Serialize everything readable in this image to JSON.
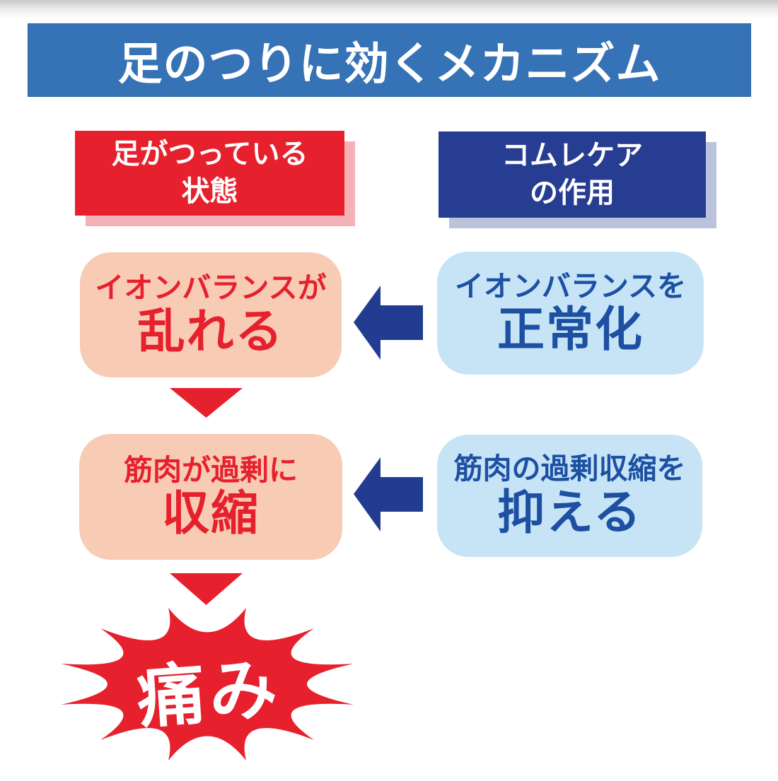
{
  "page": {
    "title": "足のつりに効くメカニズム"
  },
  "headers": {
    "condition": {
      "line1": "足がつっている",
      "line2": "状態"
    },
    "product": {
      "line1": "コムレケア",
      "line2": "の作用"
    }
  },
  "flow": {
    "rows": [
      {
        "condition": {
          "line1": "イオンバランスが",
          "line2": "乱れる"
        },
        "action": {
          "line1": "イオンバランスを",
          "line2": "正常化"
        }
      },
      {
        "condition": {
          "line1": "筋肉が過剰に",
          "line2": "収縮"
        },
        "action": {
          "line1": "筋肉の過剰収縮を",
          "line2": "抑える"
        }
      }
    ],
    "result": "痛み"
  },
  "icons": {
    "left_arrow": "arrow-left-icon",
    "down_arrow": "arrow-down-icon",
    "burst": "pain-burst-shape"
  },
  "colors": {
    "banner_blue": "#3672B6",
    "red": "#E6202C",
    "navy_header": "#273D92",
    "pink_fill": "#F8CBB5",
    "light_blue_fill": "#C6E4F6",
    "blue_text": "#1D50A3",
    "arrow_navy": "#223C92",
    "red_box_shadow": "#F4B1B7",
    "navy_box_shadow": "#BAC3DB"
  }
}
